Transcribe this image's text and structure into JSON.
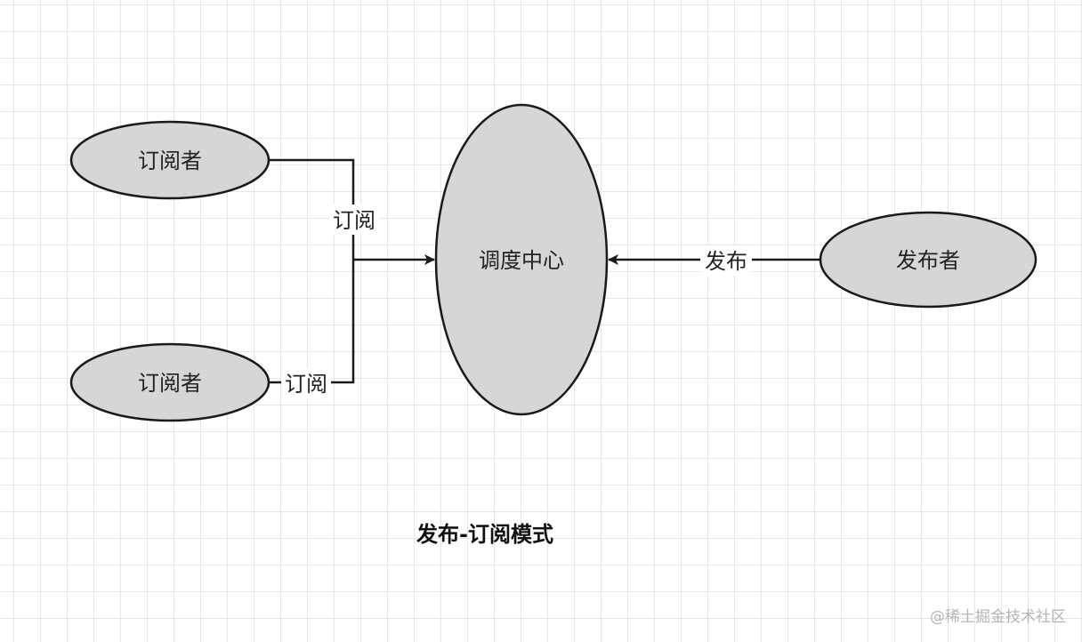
{
  "diagram": {
    "title": "发布-订阅模式",
    "nodes": {
      "subscriber_top": {
        "label": "订阅者"
      },
      "subscriber_bottom": {
        "label": "订阅者"
      },
      "dispatch_center": {
        "label": "调度中心"
      },
      "publisher": {
        "label": "发布者"
      }
    },
    "edges": {
      "subscribe_top": {
        "label": "订阅"
      },
      "subscribe_bottom": {
        "label": "订阅"
      },
      "publish": {
        "label": "发布"
      }
    },
    "colors": {
      "node_fill": "#d6d6d6",
      "stroke": "#1a1a1a"
    }
  },
  "watermark": "@稀土掘金技术社区"
}
